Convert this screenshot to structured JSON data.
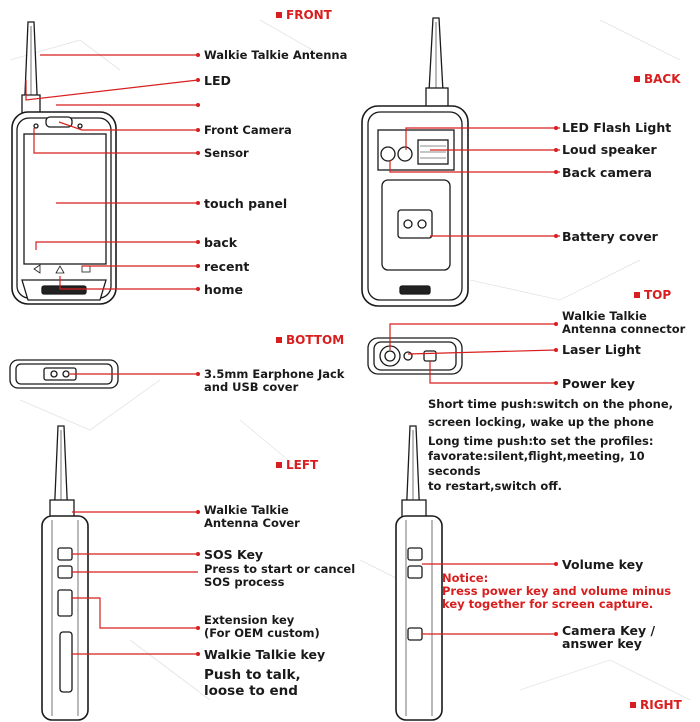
{
  "sections": {
    "front": "FRONT",
    "back": "BACK",
    "top": "TOP",
    "bottom": "BOTTOM",
    "left": "LEFT",
    "right": "RIGHT"
  },
  "front_labels": {
    "antenna": "Walkie Talkie Antenna",
    "led": "LED",
    "front_camera": "Front Camera",
    "sensor": "Sensor",
    "touch_panel": "touch panel",
    "back": "back",
    "recent": "recent",
    "home": "home"
  },
  "back_labels": {
    "flash": "LED Flash Light",
    "speaker": "Loud speaker",
    "camera": "Back camera",
    "battery": "Battery cover"
  },
  "top_labels": {
    "antenna_connector": "Walkie Talkie\nAntenna connector",
    "laser": "Laser Light",
    "power": "Power key",
    "short_push": "Short time push:switch on the phone,\nscreen locking, wake up the phone",
    "long_push": "Long time push:to set the profiles:\nfavorate:silent,flight,meeting, 10 seconds\nto restart,switch off."
  },
  "bottom_labels": {
    "jack": "3.5mm Earphone Jack\nand USB cover"
  },
  "left_labels": {
    "antenna_cover": "Walkie Talkie\nAntenna Cover",
    "sos": "SOS Key",
    "sos_desc": "Press to start or cancel\nSOS process",
    "extension": "Extension key\n(For OEM custom)",
    "talkie": "Walkie Talkie key",
    "push": "Push to talk,\nloose to end"
  },
  "right_labels": {
    "volume": "Volume key",
    "notice": "Notice:\nPress power key and volume minus\nkey together for screen capture.",
    "camera_key": "Camera Key /\nanswer key"
  },
  "colors": {
    "accent": "#d81e1e",
    "ink": "#1a1a1a"
  }
}
